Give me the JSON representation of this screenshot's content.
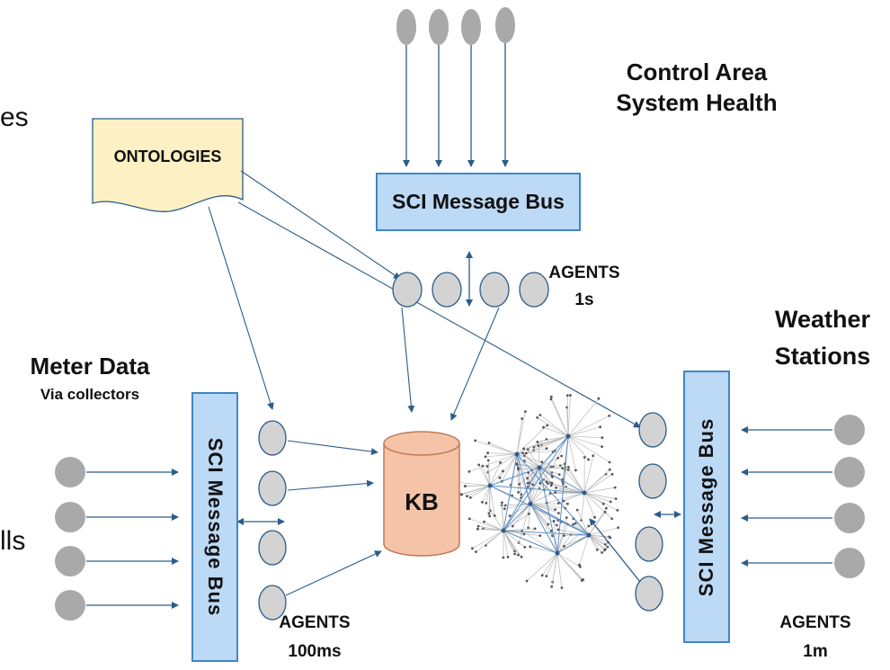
{
  "diagram": {
    "control_area": {
      "line1": "Control Area",
      "line2": "System Health"
    },
    "ontologies": "ONTOLOGIES",
    "bus_top": "SCI Message Bus",
    "bus_left": "SCI Message Bus",
    "bus_right": "SCI Message Bus",
    "agents_top": {
      "line1": "AGENTS",
      "line2": "1s"
    },
    "agents_left": {
      "line1": "AGENTS",
      "line2": "100ms"
    },
    "agents_right": {
      "line1": "AGENTS",
      "line2": "1m"
    },
    "meter": {
      "title": "Meter Data",
      "subtitle": "Via collectors"
    },
    "weather": {
      "line1": "Weather",
      "line2": "Stations"
    },
    "kb": "KB",
    "edge_text_1": "es",
    "edge_text_2": "lls"
  },
  "colors": {
    "arrow": "#2b5c8a",
    "bus_fill": "#bcd9f5",
    "bus_border": "#3f86c7",
    "node_gray": "#a9a9a9",
    "agent_fill": "#d3d3d3",
    "kb_fill": "#f4c3a8",
    "kb_border": "#c07a55",
    "ontology_fill": "#fdf0c4"
  }
}
